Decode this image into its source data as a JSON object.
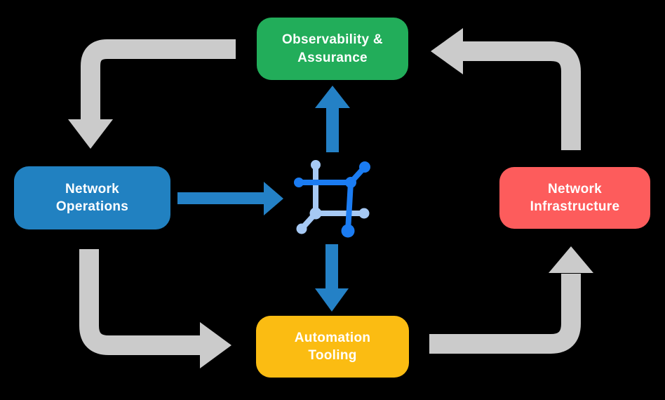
{
  "diagram": {
    "background": "#000000",
    "text_color": "#FFFFFF",
    "boxes": [
      {
        "id": "observability-assurance",
        "line1": "Observability &",
        "line2": "Assurance",
        "color": "#22AD5A"
      },
      {
        "id": "network-operations",
        "line1": "Network",
        "line2": "Operations",
        "color": "#2181C1"
      },
      {
        "id": "network-infrastructure",
        "line1": "Network",
        "line2": "Infrastructure",
        "color": "#FD5C5C"
      },
      {
        "id": "automation-tooling",
        "line1": "Automation",
        "line2": "Tooling",
        "color": "#FBBC12"
      }
    ],
    "arrows": {
      "gray_cycle_color": "#CBCBCB",
      "blue_flow_color": "#2481C6"
    },
    "center_icon": {
      "name": "network-fabric-icon",
      "dark_blue": "#1B7CF2",
      "light_blue": "#A6C9F4"
    }
  }
}
